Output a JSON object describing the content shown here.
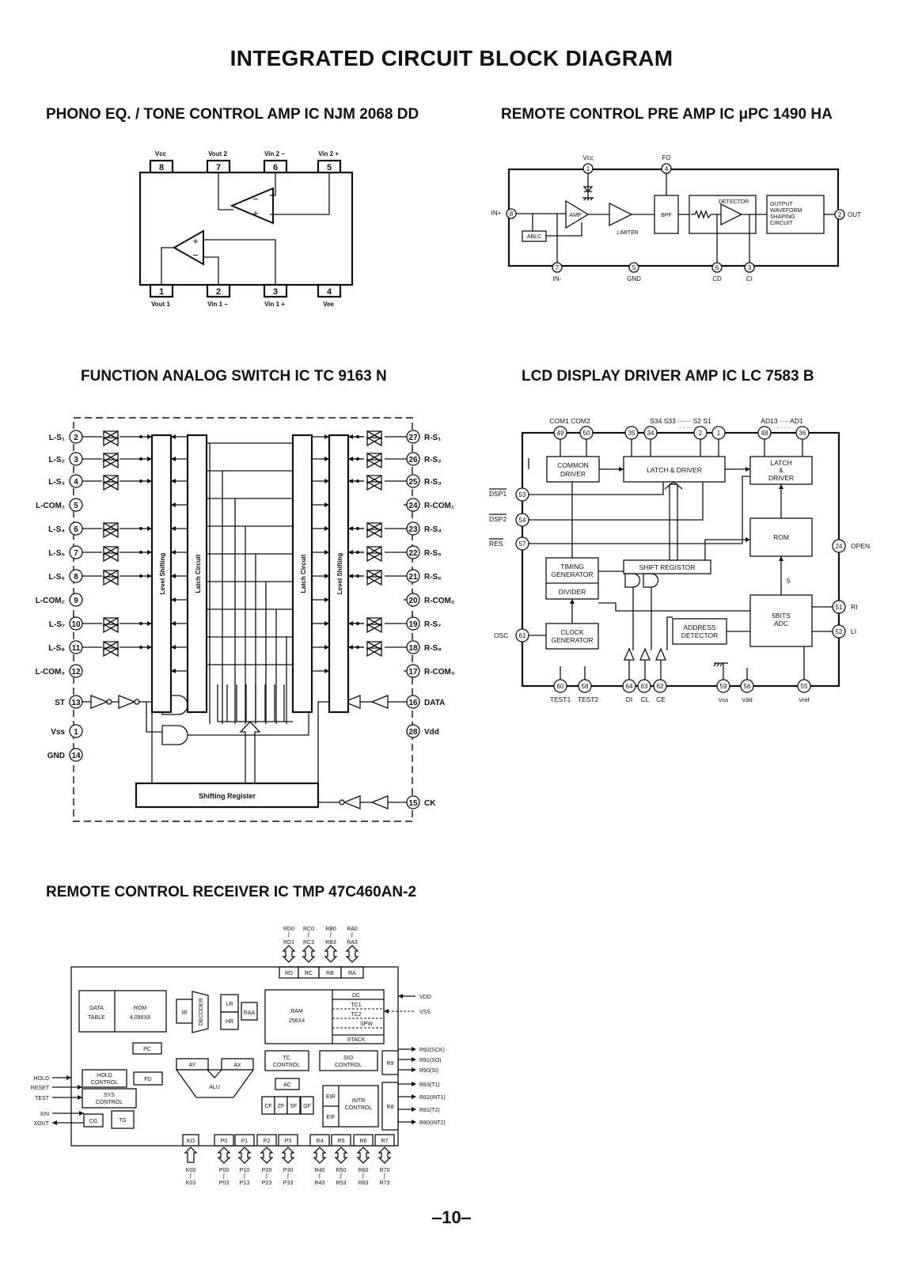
{
  "page": {
    "title": "INTEGRATED CIRCUIT BLOCK DIAGRAM",
    "page_number": "‒10‒"
  },
  "phono": {
    "title": "PHONO EQ. / TONE CONTROL AMP IC NJM 2068 DD",
    "top_pins": [
      {
        "num": "8",
        "label": "Vcc"
      },
      {
        "num": "7",
        "label": "Vout 2"
      },
      {
        "num": "6",
        "label": "Vin 2 −"
      },
      {
        "num": "5",
        "label": "Vin 2 +"
      }
    ],
    "bottom_pins": [
      {
        "num": "1",
        "label": "Vout 1"
      },
      {
        "num": "2",
        "label": "Vin 1 −"
      },
      {
        "num": "3",
        "label": "Vin 1 +"
      },
      {
        "num": "4",
        "label": "Vee"
      }
    ]
  },
  "preamp": {
    "title": "REMOTE CONTROL PRE AMP IC μPC 1490 HA",
    "pins": {
      "vcc": {
        "num": "1",
        "label": "Vcc"
      },
      "fo": {
        "num": "4",
        "label": "FO"
      },
      "inp": {
        "num": "8",
        "label": "IN+"
      },
      "out": {
        "num": "2",
        "label": "OUT"
      },
      "inn": {
        "num": "7",
        "label": "IN-"
      },
      "gnd": {
        "num": "5",
        "label": "GND"
      },
      "cd": {
        "num": "6",
        "label": "CD"
      },
      "ci": {
        "num": "3",
        "label": "CI"
      }
    },
    "blocks": {
      "amp": "AMP",
      "ablc": "ABLC",
      "limiter": "LIMITER",
      "bpf": "BPF",
      "detector": "DETECTOR",
      "output": [
        "OUTPUT",
        "WAVEFORM",
        "SHAPING",
        "CIRCUIT"
      ]
    }
  },
  "switch": {
    "title": "FUNCTION ANALOG SWITCH IC TC 9163 N",
    "left_pins": [
      {
        "label": "L-S₁",
        "num": "2"
      },
      {
        "label": "L-S₂",
        "num": "3"
      },
      {
        "label": "L-S₃",
        "num": "4"
      },
      {
        "label": "L-COM₁",
        "num": "5"
      },
      {
        "label": "L-S₄",
        "num": "6"
      },
      {
        "label": "L-S₅",
        "num": "7"
      },
      {
        "label": "L-S₆",
        "num": "8"
      },
      {
        "label": "L-COM₂",
        "num": "9"
      },
      {
        "label": "L-S₇",
        "num": "10"
      },
      {
        "label": "L-S₈",
        "num": "11"
      },
      {
        "label": "L-COM₃",
        "num": "12"
      },
      {
        "label": "ST",
        "num": "13"
      },
      {
        "label": "Vss",
        "num": "1"
      },
      {
        "label": "GND",
        "num": "14"
      }
    ],
    "right_pins": [
      {
        "label": "R-S₁",
        "num": "27"
      },
      {
        "label": "R-S₂",
        "num": "26"
      },
      {
        "label": "R-S₃",
        "num": "25"
      },
      {
        "label": "R-COM₁",
        "num": "24"
      },
      {
        "label": "R-S₄",
        "num": "23"
      },
      {
        "label": "R-S₅",
        "num": "22"
      },
      {
        "label": "R-S₆",
        "num": "21"
      },
      {
        "label": "R-COM₂",
        "num": "20"
      },
      {
        "label": "R-S₇",
        "num": "19"
      },
      {
        "label": "R-S₈",
        "num": "18"
      },
      {
        "label": "R-COM₃",
        "num": "17"
      },
      {
        "label": "DATA",
        "num": "16"
      },
      {
        "label": "Vdd",
        "num": "28"
      },
      {
        "label": "CK",
        "num": "15"
      }
    ],
    "blocks": {
      "level": "Level Shifting",
      "latch": "Latch Circuit",
      "shift": "Shifting Register"
    }
  },
  "lcd": {
    "title": "LCD DISPLAY DRIVER AMP IC LC 7583 B",
    "top_labels": {
      "com": "COM1  COM2",
      "seg": "S34 S33 ······ S2  S1",
      "ad": "AD13 ···· AD1"
    },
    "top_pins": [
      "49",
      "50",
      "35",
      "34",
      "2",
      "1",
      "48",
      "36"
    ],
    "left_pins": [
      {
        "label": "DSP1",
        "num": "53"
      },
      {
        "label": "DSP2",
        "num": "54"
      },
      {
        "label": "RES",
        "num": "57"
      },
      {
        "label": "OSC",
        "num": "61"
      }
    ],
    "right_pins": [
      {
        "label": "OPEN",
        "num": "24"
      },
      {
        "label": "RI",
        "num": "51"
      },
      {
        "label": "LI",
        "num": "52"
      }
    ],
    "bottom_pins": [
      {
        "label": "TEST1",
        "num": "60"
      },
      {
        "label": "TEST2",
        "num": "58"
      },
      {
        "label": "DI",
        "num": "64"
      },
      {
        "label": "CL",
        "num": "63"
      },
      {
        "label": "CE",
        "num": "62"
      },
      {
        "label": "Vss",
        "num": "59"
      },
      {
        "label": "Vdd",
        "num": "56"
      },
      {
        "label": "Vref",
        "num": "55"
      }
    ],
    "blocks": {
      "common": [
        "COMMON",
        "DRIVER"
      ],
      "latch": "LATCH & DRIVER",
      "latch2": [
        "LATCH",
        "&",
        "DRIVER"
      ],
      "rom": "ROM",
      "timing": [
        "TIMING",
        "GENERATOR"
      ],
      "divider": "DIVIDER",
      "shift": "SHIFT REGISTOR",
      "adc": [
        "5BITS",
        "ADC"
      ],
      "clock": [
        "CLOCK",
        "GENERATOR"
      ],
      "address": [
        "ADDRESS",
        "DETECTOR"
      ],
      "bus": "5"
    }
  },
  "receiver": {
    "title": "REMOTE CONTROL RECEIVER IC TMP 47C460AN-2",
    "top_ports": [
      {
        "box": "RD",
        "hi": "RD0",
        "lo": "RD1"
      },
      {
        "box": "RC",
        "hi": "RC0",
        "lo": "RC3"
      },
      {
        "box": "RB",
        "hi": "RB0",
        "lo": "RB3"
      },
      {
        "box": "RA",
        "hi": "RA0",
        "lo": "RA3"
      }
    ],
    "right_signals": [
      "VDD",
      "VSS",
      "R92(SCK)",
      "R91(SO)",
      "R90(SI)",
      "R83(T1)",
      "R82(INT1)",
      "R81(T2)",
      "R80(INT2)"
    ],
    "left_signals": [
      "HOLD",
      "RESET",
      "TEST",
      "XIN",
      "XOUT"
    ],
    "bottom_ports": [
      {
        "box": "KO",
        "hi": "K00",
        "lo": "K03"
      },
      {
        "box": "P0",
        "hi": "P00",
        "lo": "P03"
      },
      {
        "box": "P1",
        "hi": "P10",
        "lo": "P13"
      },
      {
        "box": "P2",
        "hi": "P20",
        "lo": "P23"
      },
      {
        "box": "P3",
        "hi": "P30",
        "lo": "P33"
      },
      {
        "box": "R4",
        "hi": "R40",
        "lo": "R43"
      },
      {
        "box": "R5",
        "hi": "R50",
        "lo": "R53"
      },
      {
        "box": "R6",
        "hi": "R60",
        "lo": "R63"
      },
      {
        "box": "R7",
        "hi": "R70",
        "lo": "R73"
      }
    ],
    "blocks": {
      "data_table": [
        "DATA",
        "TABLE"
      ],
      "rom": [
        "ROM",
        "4,096X8"
      ],
      "pc": "PC",
      "ir": "IR",
      "decoder": "DECODER",
      "lr": "LR",
      "hr": "HR",
      "raa": "RAA",
      "ram": [
        "RAM",
        "256X4"
      ],
      "dc": "DC",
      "tc1": "TC1",
      "tc2": "TC2",
      "spw": "SPW",
      "stack": "STACK",
      "ay": "AY",
      "ax": "AX",
      "alu": "ALU",
      "tc_ctrl": [
        "TC",
        "CONTROL"
      ],
      "sio_ctrl": [
        "SIO",
        "CONTROL"
      ],
      "r9": "R9",
      "hold_ctrl": [
        "HOLD",
        "CONTROL"
      ],
      "fd": "FD",
      "sys_ctrl": [
        "SYS",
        "CONTROL"
      ],
      "ac": "AC",
      "cf": "CF",
      "zf": "ZF",
      "sf": "SF",
      "gf": "GF",
      "eir": "EIR",
      "eif": "EIF",
      "intr": [
        "INTR",
        "CONTROL"
      ],
      "r8": "R8",
      "cg": "CG",
      "tg": "TG"
    }
  }
}
